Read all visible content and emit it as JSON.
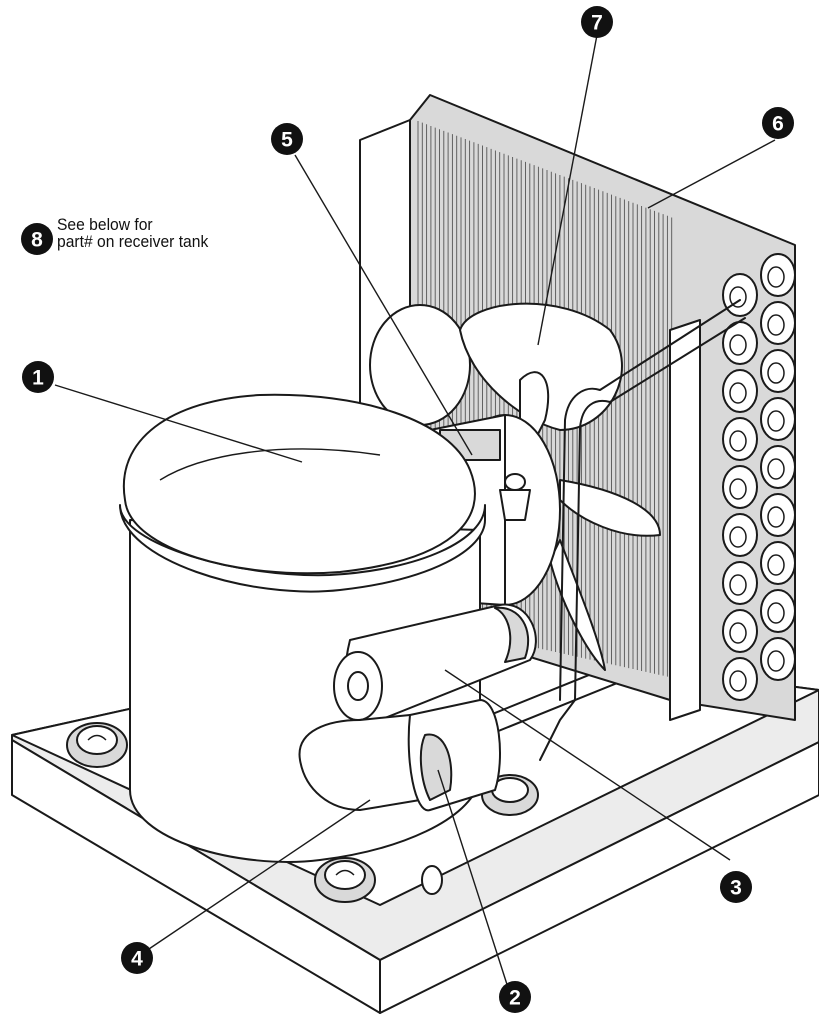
{
  "callouts": [
    {
      "number": "1"
    },
    {
      "number": "2"
    },
    {
      "number": "3"
    },
    {
      "number": "4"
    },
    {
      "number": "5"
    },
    {
      "number": "6"
    },
    {
      "number": "7"
    },
    {
      "number": "8"
    }
  ],
  "note": {
    "line1": "See below for",
    "line2": "part# on receiver tank"
  },
  "colors": {
    "ink": "#1a1a1a",
    "badge": "#111111",
    "background": "#ffffff"
  }
}
